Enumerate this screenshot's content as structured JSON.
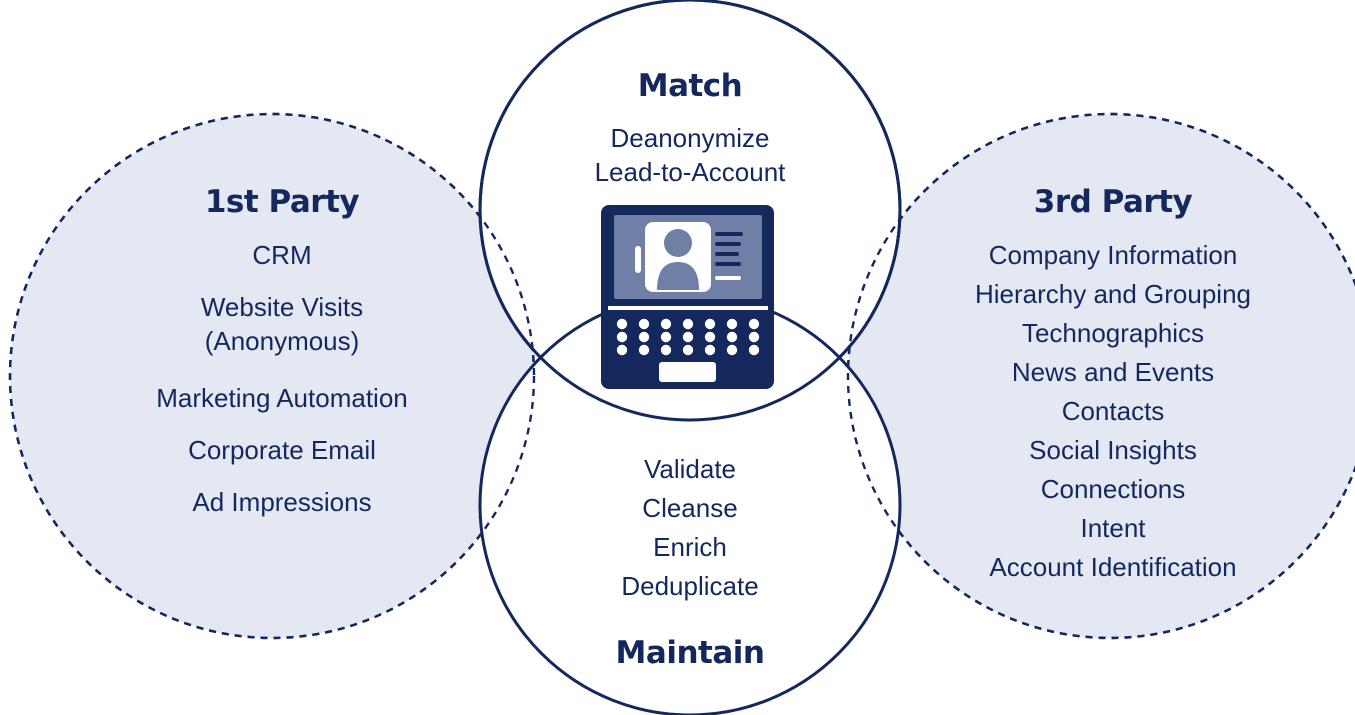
{
  "colors": {
    "navy": "#14285e",
    "fill": "#e3e8f3",
    "screen": "#6f7fa6",
    "white": "#ffffff"
  },
  "left": {
    "title": "1st Party",
    "items": [
      "CRM",
      "Website Visits",
      "(Anonymous)",
      "Marketing Automation",
      "Corporate Email",
      "Ad Impressions"
    ]
  },
  "top": {
    "title": "Match",
    "items": [
      "Deanonymize",
      "Lead-to-Account"
    ]
  },
  "bottom": {
    "title": "Maintain",
    "items": [
      "Validate",
      "Cleanse",
      "Enrich",
      "Deduplicate"
    ]
  },
  "right": {
    "title": "3rd Party",
    "items": [
      "Company Information",
      "Hierarchy and Grouping",
      "Technographics",
      "News and Events",
      "Contacts",
      "Social Insights",
      "Connections",
      "Intent",
      "Account Identification"
    ]
  },
  "center_icon": "laptop-contact-icon"
}
